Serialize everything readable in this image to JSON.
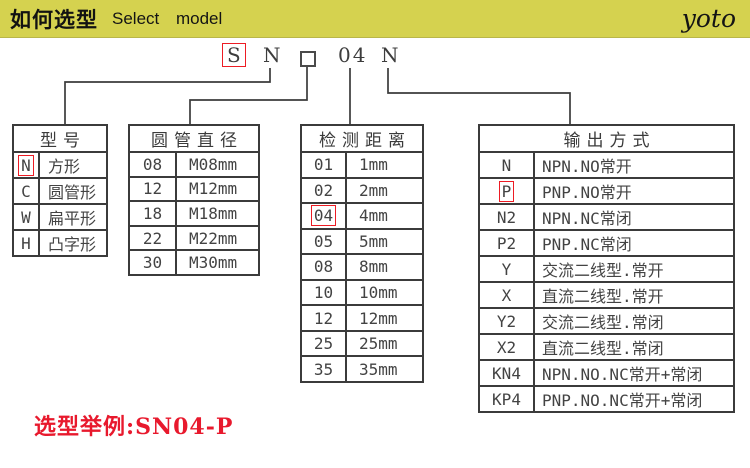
{
  "header": {
    "title_cn": "如何选型",
    "title_en": "Select model",
    "brand": "yoto"
  },
  "model_code": {
    "segments": [
      {
        "text": "S",
        "boxed": true
      },
      {
        "text": "N",
        "boxed": false
      },
      {
        "text": "",
        "square_placeholder": true
      },
      {
        "text": "04",
        "boxed": false
      },
      {
        "text": "N",
        "boxed": false
      }
    ]
  },
  "tables": [
    {
      "id": "model-type",
      "title": "型号",
      "rows": [
        {
          "code": "N",
          "boxed": true,
          "label": "方形"
        },
        {
          "code": "C",
          "boxed": false,
          "label": "圆管形"
        },
        {
          "code": "W",
          "boxed": false,
          "label": "扁平形"
        },
        {
          "code": "H",
          "boxed": false,
          "label": "凸字形"
        }
      ]
    },
    {
      "id": "tube-diameter",
      "title": "圆管直径",
      "rows": [
        {
          "code": "08",
          "boxed": false,
          "label": "M08mm"
        },
        {
          "code": "12",
          "boxed": false,
          "label": "M12mm"
        },
        {
          "code": "18",
          "boxed": false,
          "label": "M18mm"
        },
        {
          "code": "22",
          "boxed": false,
          "label": "M22mm"
        },
        {
          "code": "30",
          "boxed": false,
          "label": "M30mm"
        }
      ]
    },
    {
      "id": "sensing-distance",
      "title": "检测距离",
      "rows": [
        {
          "code": "01",
          "boxed": false,
          "label": "1mm"
        },
        {
          "code": "02",
          "boxed": false,
          "label": "2mm"
        },
        {
          "code": "04",
          "boxed": true,
          "label": "4mm"
        },
        {
          "code": "05",
          "boxed": false,
          "label": "5mm"
        },
        {
          "code": "08",
          "boxed": false,
          "label": "8mm"
        },
        {
          "code": "10",
          "boxed": false,
          "label": "10mm"
        },
        {
          "code": "12",
          "boxed": false,
          "label": "12mm"
        },
        {
          "code": "25",
          "boxed": false,
          "label": "25mm"
        },
        {
          "code": "35",
          "boxed": false,
          "label": "35mm"
        }
      ]
    },
    {
      "id": "output-type",
      "title": "输出方式",
      "rows": [
        {
          "code": "N",
          "boxed": false,
          "label": "NPN.NO常开"
        },
        {
          "code": "P",
          "boxed": true,
          "label": "PNP.NO常开"
        },
        {
          "code": "N2",
          "boxed": false,
          "label": "NPN.NC常闭"
        },
        {
          "code": "P2",
          "boxed": false,
          "label": "PNP.NC常闭"
        },
        {
          "code": "Y",
          "boxed": false,
          "label": "交流二线型.常开"
        },
        {
          "code": "X",
          "boxed": false,
          "label": "直流二线型.常开"
        },
        {
          "code": "Y2",
          "boxed": false,
          "label": "交流二线型.常闭"
        },
        {
          "code": "X2",
          "boxed": false,
          "label": "直流二线型.常闭"
        },
        {
          "code": "KN4",
          "boxed": false,
          "label": "NPN.NO.NC常开+常闭"
        },
        {
          "code": "KP4",
          "boxed": false,
          "label": "PNP.NO.NC常开+常闭"
        }
      ]
    }
  ],
  "example": {
    "label": "选型举例:SN04-P"
  },
  "colors": {
    "header_bg": "#d5d24f",
    "accent_red": "#ed1c24",
    "example_red": "#e8192d",
    "line": "#3b3b3b"
  }
}
